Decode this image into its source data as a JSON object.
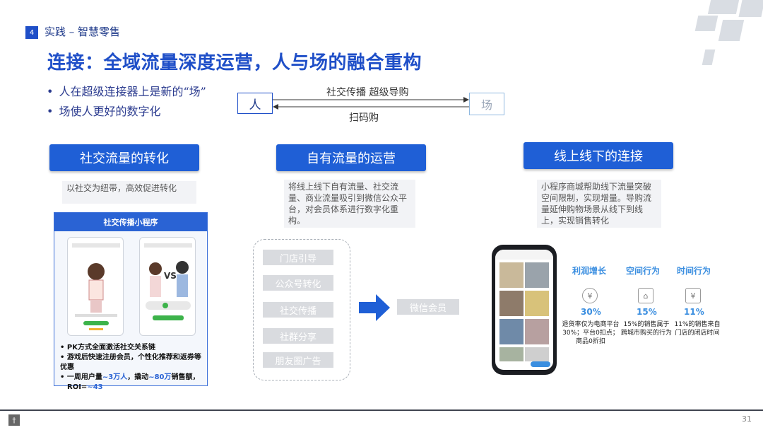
{
  "header": {
    "section_number": "4",
    "section_label": "实践 – 智慧零售",
    "title": "连接：全域流量深度运营，人与场的融合重构"
  },
  "bullets": [
    "人在超级连接器上是新的“场”",
    "场使人更好的数字化"
  ],
  "relation": {
    "left": "人",
    "right": "场",
    "top_label": "社交传播 超级导购",
    "bottom_label": "扫码购"
  },
  "columns": [
    {
      "title": "社交流量的转化",
      "desc": "以社交为纽带，高效促进转化"
    },
    {
      "title": "自有流量的运营",
      "desc": "将线上线下自有流量、社交流量、商业流量吸引到微信公众平台，对会员体系进行数字化重构。"
    },
    {
      "title": "线上线下的连接",
      "desc": "小程序商城帮助线下流量突破空间限制，实现增量。导购流量延伸购物场景从线下到线上，实现销售转化"
    }
  ],
  "social_card": {
    "heading": "社交传播小程序",
    "notes": [
      {
        "pre": "PK方式全面激活社交关系链",
        "hl": "",
        "post": ""
      },
      {
        "pre": "游戏后快速注册会员，个性化推荐和返券等优惠",
        "hl": "",
        "post": ""
      },
      {
        "pre": "一周用户量",
        "hl": "~3万人",
        "post": "，撬动"
      },
      {
        "pre": "",
        "hl": "~80万",
        "post": "销售额，"
      },
      {
        "pre": "ROI=",
        "hl": "~43",
        "post": ""
      }
    ]
  },
  "channels": [
    "门店引导",
    "公众号转化",
    "社交传播",
    "社群分享",
    "朋友圈广告"
  ],
  "member_label": "微信会员",
  "metrics": [
    {
      "title": "利润增长",
      "icon": "¥",
      "value": "30%",
      "desc": [
        "退货率仅为电商平台",
        "30%；平台0扣点；",
        "商品0折扣"
      ]
    },
    {
      "title": "空间行为",
      "icon": "⌂",
      "value": "15%",
      "desc": [
        "15%的销售属于",
        "跨城市购买的行为"
      ]
    },
    {
      "title": "时间行为",
      "icon": "¥",
      "value": "11%",
      "desc": [
        "11%的销售来自",
        "门店的闭店时间"
      ]
    }
  ],
  "footer": {
    "page": "31"
  },
  "colors": {
    "primary": "#1f5fd6",
    "accent": "#3a8ee0"
  }
}
